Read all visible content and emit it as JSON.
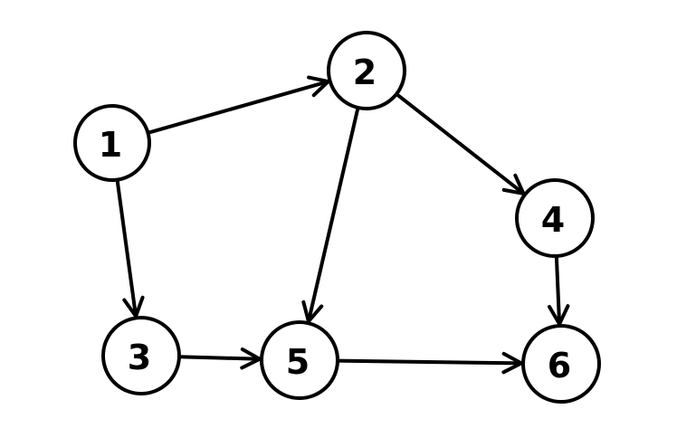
{
  "diagram": {
    "type": "directed-graph",
    "colors": {
      "stroke": "#000000",
      "background": "#ffffff"
    },
    "nodes": [
      {
        "id": "1",
        "label": "1"
      },
      {
        "id": "2",
        "label": "2"
      },
      {
        "id": "3",
        "label": "3"
      },
      {
        "id": "4",
        "label": "4"
      },
      {
        "id": "5",
        "label": "5"
      },
      {
        "id": "6",
        "label": "6"
      }
    ],
    "edges": [
      {
        "from": "1",
        "to": "2"
      },
      {
        "from": "1",
        "to": "3"
      },
      {
        "from": "2",
        "to": "4"
      },
      {
        "from": "2",
        "to": "5"
      },
      {
        "from": "3",
        "to": "5"
      },
      {
        "from": "4",
        "to": "6"
      },
      {
        "from": "5",
        "to": "6"
      }
    ]
  }
}
